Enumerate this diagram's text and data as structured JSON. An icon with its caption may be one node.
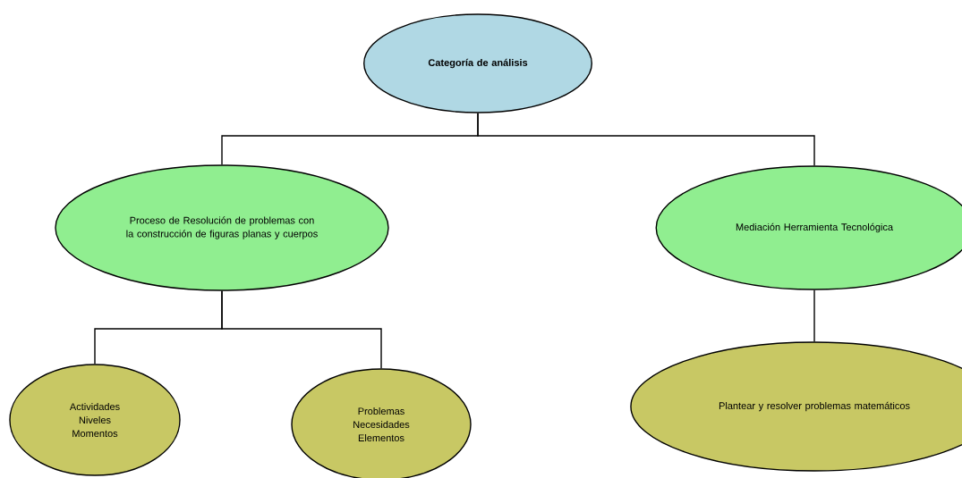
{
  "diagram": {
    "nodes": [
      {
        "text": [
          "Categoría de análisis"
        ]
      },
      {
        "text": [
          "Proceso de Resolución de problemas con la construcción de figuras planas y cuerpos"
        ]
      },
      {
        "text": [
          "Mediación Herramienta Tecnológica"
        ]
      },
      {
        "text": [
          "Actividades Niveles Momentos"
        ]
      },
      {
        "text": [
          "Problemas Necesidades Elementos"
        ]
      },
      {
        "text": [
          "Plantear y resolver problemas matemáticos"
        ]
      }
    ],
    "edges": [
      {
        "from": 0,
        "to": 1,
        "arrow": "none"
      },
      {
        "from": 0,
        "to": 2,
        "arrow": "none"
      },
      {
        "from": 1,
        "to": 3,
        "arrow": "none"
      },
      {
        "from": 1,
        "to": 4,
        "arrow": "none"
      },
      {
        "from": 2,
        "to": 5,
        "arrow": "none"
      }
    ]
  }
}
